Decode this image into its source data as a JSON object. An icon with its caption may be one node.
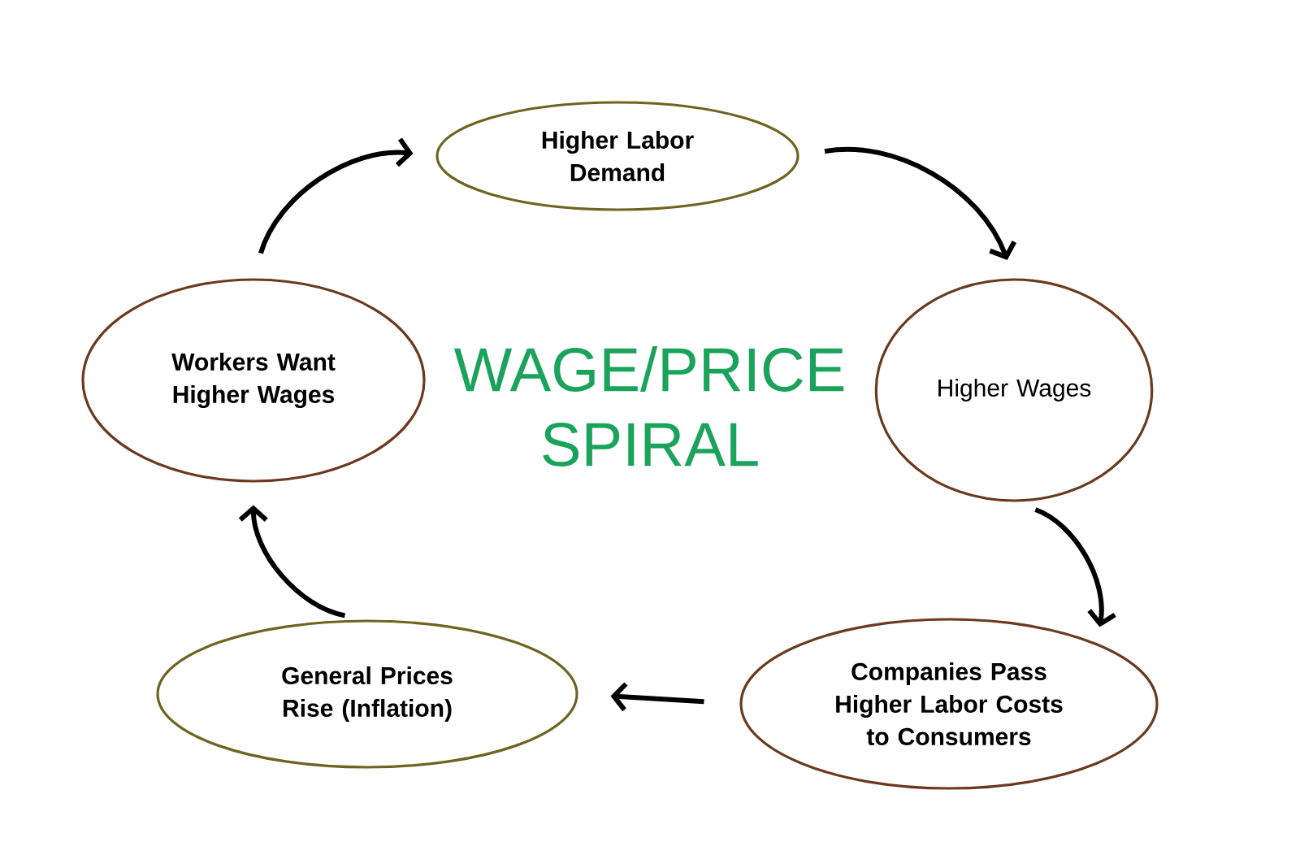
{
  "diagram": {
    "title": "WAGE/PRICE SPIRAL",
    "nodes": [
      {
        "text": [
          "Higher Labor Demand"
        ]
      },
      {
        "text": [
          "Higher Wages"
        ]
      },
      {
        "text": [
          "Companies Pass Higher Labor Costs to Consumers"
        ]
      },
      {
        "text": [
          "General Prices Rise (Inflation)"
        ]
      },
      {
        "text": [
          "Workers Want Higher Wages"
        ]
      }
    ],
    "edges": [
      {
        "from": 4,
        "to": 0,
        "arrow": "to"
      },
      {
        "from": 0,
        "to": 1,
        "arrow": "to"
      },
      {
        "from": 1,
        "to": 2,
        "arrow": "to"
      },
      {
        "from": 2,
        "to": 3,
        "arrow": "to"
      },
      {
        "from": 3,
        "to": 4,
        "arrow": "to"
      }
    ]
  }
}
